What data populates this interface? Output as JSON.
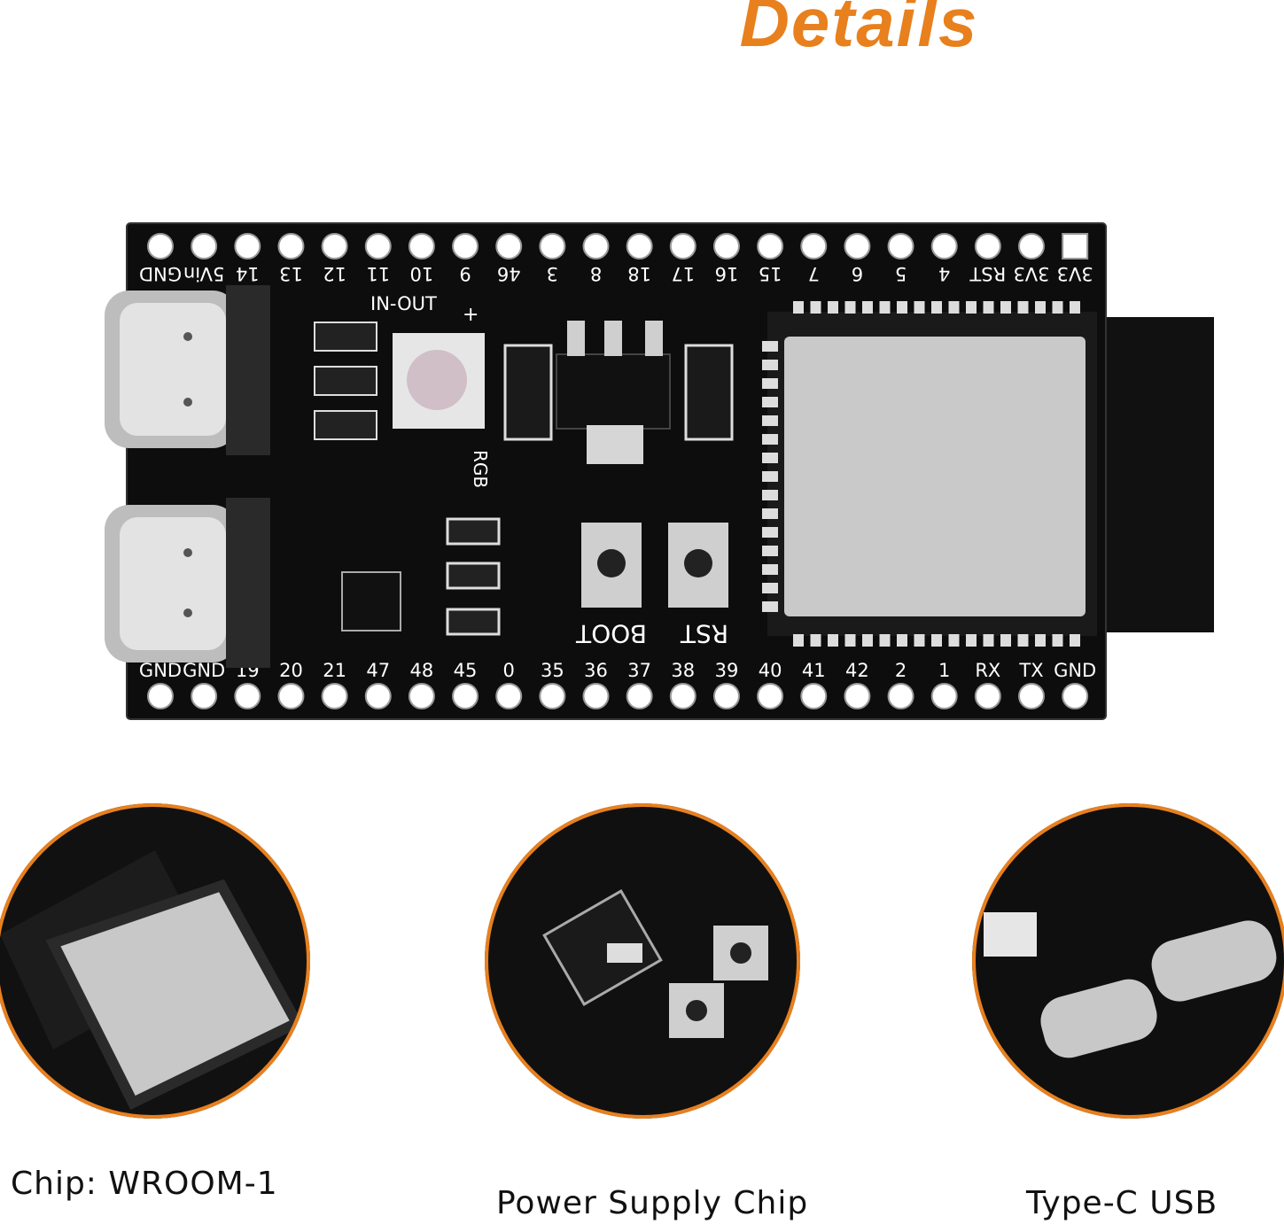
{
  "heading": "Details",
  "board": {
    "top_pins": [
      "GND",
      "5Vin",
      "14",
      "13",
      "12",
      "11",
      "10",
      "9",
      "46",
      "3",
      "8",
      "18",
      "17",
      "16",
      "15",
      "7",
      "6",
      "5",
      "4",
      "RST",
      "3V3",
      "3V3"
    ],
    "bottom_pins": [
      "GND",
      "GND",
      "19",
      "20",
      "21",
      "47",
      "48",
      "45",
      "0",
      "35",
      "36",
      "37",
      "38",
      "39",
      "40",
      "41",
      "42",
      "2",
      "1",
      "RX",
      "TX",
      "GND"
    ],
    "silk_in_out": "IN-OUT",
    "silk_rgb": "RGB",
    "silk_boot": "BOOT",
    "silk_rst": "RST",
    "silk_plus": "+"
  },
  "details": [
    {
      "caption": "Chip:  WROOM-1"
    },
    {
      "caption": "Power Supply Chip"
    },
    {
      "caption": "Type-C USB"
    }
  ],
  "colors": {
    "accent": "#e8801e",
    "pcb": "#0d0d0d",
    "module": "#c9c9c9"
  }
}
